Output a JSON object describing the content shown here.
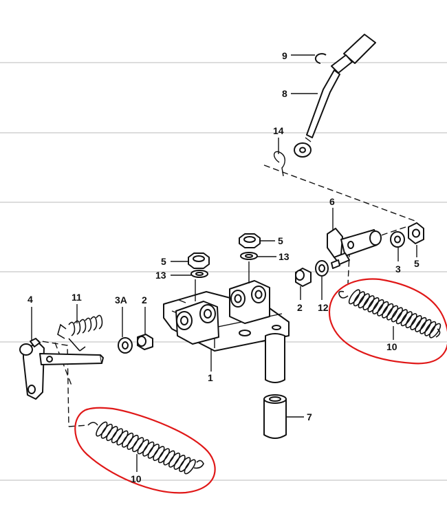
{
  "diagram": {
    "callouts": {
      "p1": "1",
      "p2a": "2",
      "p2b": "2",
      "p3": "3",
      "p3a": "3A",
      "p4": "4",
      "p5a": "5",
      "p5b": "5",
      "p5c": "5",
      "p6": "6",
      "p7": "7",
      "p8": "8",
      "p9": "9",
      "p10a": "10",
      "p10b": "10",
      "p11": "11",
      "p12": "12",
      "p13a": "13",
      "p13b": "13",
      "p14": "14"
    },
    "colors": {
      "ink": "#111111",
      "highlight": "#e01818",
      "rule": "#b9b9b9",
      "background": "#ffffff"
    }
  }
}
